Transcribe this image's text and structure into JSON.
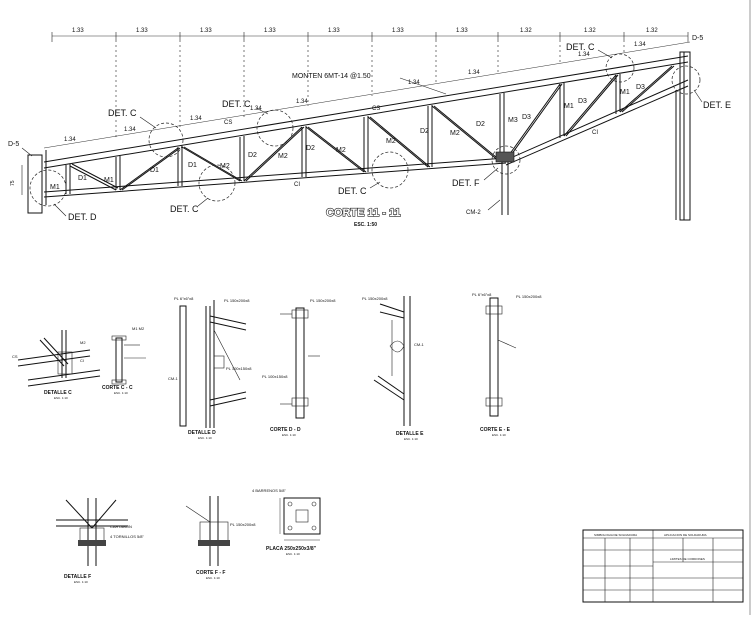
{
  "drawing": {
    "top_dimensions": [
      "1.33",
      "1.33",
      "1.33",
      "1.33",
      "1.33",
      "1.33",
      "1.33",
      "1.32",
      "1.32",
      "1.32"
    ],
    "rafter_segments": [
      "1.34",
      "1.34",
      "1.34",
      "1.34",
      "1.34",
      "1.34",
      "1.34",
      "1.34",
      "1.34"
    ],
    "monten_label": "MONTEN 6MT-14 @1.50",
    "height_dim": "75",
    "member_labels": {
      "m1_left": "M1",
      "m1_a": "M1",
      "m2_a": "M2",
      "m2_b": "M2",
      "m2_c": "M2",
      "m2_d": "M2",
      "m3": "M3",
      "m1_b": "M1",
      "m1_c": "M1",
      "d1_a": "D1",
      "d1_b": "D1",
      "d2_a": "D2",
      "d2_b": "D2",
      "d2_c": "D2",
      "d2_d": "D2",
      "d3_a": "D3",
      "d3_b": "D3",
      "d3_c": "D3",
      "cs_a": "CS",
      "cs_b": "CS",
      "ci_a": "CI",
      "ci_b": "CI"
    },
    "callouts": {
      "d5_left": "D-5",
      "d5_right": "D-5",
      "det_d": "DET. D",
      "det_c1": "DET. C",
      "det_c2": "DET. C",
      "det_c3": "DET. C",
      "det_c4": "DET. C",
      "det_c5": "DET. C",
      "det_f": "DET. F",
      "det_e": "DET. E",
      "cm2": "CM-2"
    },
    "section_title": "CORTE 11 - 11",
    "section_scale": "ESC. 1:50",
    "details": [
      {
        "title": "DETALLE C",
        "scale": "ESC. 1:10"
      },
      {
        "title": "CORTE C - C",
        "scale": "ESC. 1:10"
      },
      {
        "title": "DETALLE D",
        "scale": "ESC. 1:10"
      },
      {
        "title": "CORTE D - D",
        "scale": "ESC. 1:10"
      },
      {
        "title": "DETALLE E",
        "scale": "ESC. 1:10"
      },
      {
        "title": "CORTE E - E",
        "scale": "ESC. 1:10"
      },
      {
        "title": "DETALLE F",
        "scale": "ESC. 1:10"
      },
      {
        "title": "CORTE F - F",
        "scale": "ESC. 1:10"
      },
      {
        "title": "PLACA 250x250x3/8\"",
        "scale": "ESC. 1:10"
      }
    ],
    "detail_labels": {
      "cm1": "CM-1",
      "cs": "CS",
      "ci": "CI",
      "m1m2": "M1 M2",
      "pl_a": "PL 6\"x6\"x8",
      "pl_b": "PL 150x200x8",
      "pl_c": "PL 100x150x8",
      "tornillo": "4 TORNILLOS 5/8\"",
      "anchors": "4 BARRENOS 5/8\"",
      "cart": "CARTABON"
    },
    "table": {
      "col1": "SIMBOLOGIA DE SOLDADURA",
      "col2": "APLICACION DE SOLDADURA",
      "sub": "LIMITES DE CORDONES"
    }
  }
}
